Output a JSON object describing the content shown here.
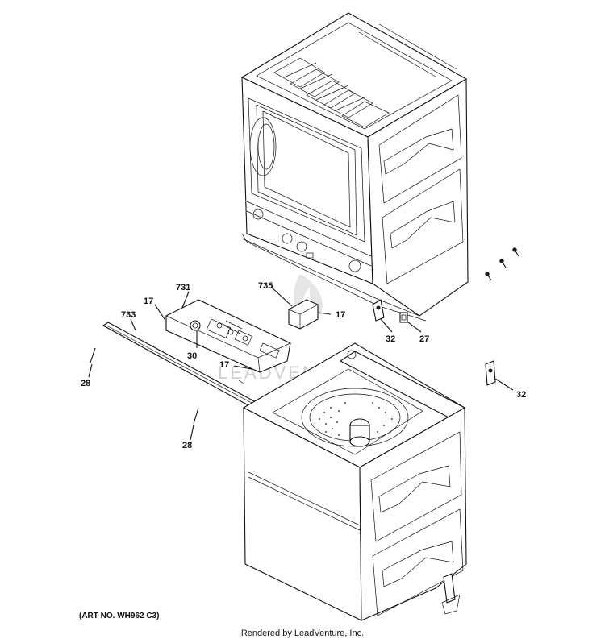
{
  "callouts": [
    {
      "id": "c735",
      "text": "735"
    },
    {
      "id": "c731",
      "text": "731"
    },
    {
      "id": "c17a",
      "text": "17"
    },
    {
      "id": "c17b",
      "text": "17"
    },
    {
      "id": "c17c",
      "text": "17"
    },
    {
      "id": "c733",
      "text": "733"
    },
    {
      "id": "c30",
      "text": "30"
    },
    {
      "id": "c32a",
      "text": "32"
    },
    {
      "id": "c27",
      "text": "27"
    },
    {
      "id": "c32b",
      "text": "32"
    },
    {
      "id": "c28a",
      "text": "28"
    },
    {
      "id": "c28b",
      "text": "28"
    }
  ],
  "watermark": "LEADVENTURE",
  "art_number": "(ART NO. WH962 C3)",
  "credit": "Rendered by LeadVenture, Inc."
}
